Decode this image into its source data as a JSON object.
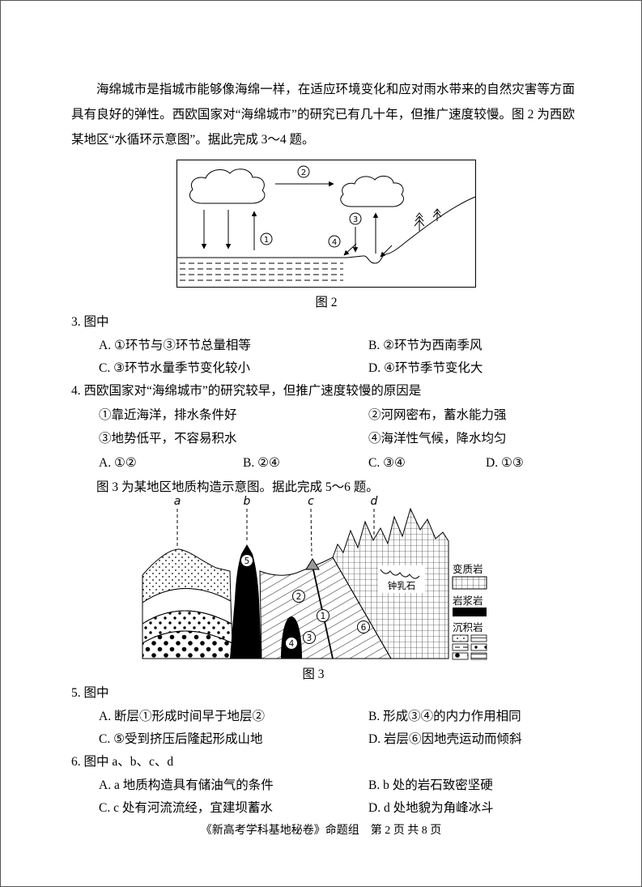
{
  "intro": {
    "text": "海绵城市是指城市能够像海绵一样，在适应环境变化和应对雨水带来的自然灾害等方面具有良好的弹性。西欧国家对“海绵城市”的研究已有几十年，但推广速度较慢。图 2 为西欧某地区“水循环示意图”。据此完成 3～4 题。"
  },
  "figure2": {
    "caption": "图 2",
    "badges": {
      "b1": "1",
      "b2": "2",
      "b3": "3",
      "b4": "4"
    }
  },
  "questions": {
    "q3": {
      "stem": "3. 图中",
      "options": [
        "A. ①环节与③环节总量相等",
        "B. ②环节为西南季风",
        "C. ③环节水量季节变化较小",
        "D. ④环节季节变化大"
      ]
    },
    "q4": {
      "stem": "4. 西欧国家对“海绵城市”的研究较早，但推广速度较慢的原因是",
      "statements": [
        "①靠近海洋，排水条件好",
        "②河网密布，蓄水能力强",
        "③地势低平，不容易积水",
        "④海洋性气候，降水均匀"
      ],
      "choices": [
        "A. ①②",
        "B. ②④",
        "C. ③④",
        "D. ①③"
      ]
    },
    "q5": {
      "stem": "5. 图中",
      "options": [
        "A. 断层①形成时间早于地层②",
        "B. 形成③④的内力作用相同",
        "C. ⑤受到挤压后隆起形成山地",
        "D. 岩层⑥因地壳运动而倾斜"
      ]
    },
    "q6": {
      "stem": "6. 图中 a、b、c、d",
      "options": [
        "A. a 地质构造具有储油气的条件",
        "B. b 处的岩石致密坚硬",
        "C. c 处有河流流经，宜建坝蓄水",
        "D. d 处地貌为角峰冰斗"
      ]
    }
  },
  "figure3_intro": {
    "text": "图 3 为某地区地质构造示意图。据此完成 5～6 题。"
  },
  "figure3": {
    "caption": "图 3",
    "markers": [
      "a",
      "b",
      "c",
      "d"
    ],
    "badges": [
      "5",
      "2",
      "1",
      "3",
      "4",
      "6"
    ],
    "annotation": "钟乳石",
    "legend": [
      "变质岩",
      "岩浆岩",
      "沉积岩"
    ]
  },
  "footer": {
    "text": "《新高考学科基地秘卷》命题组　第 2 页 共 8 页"
  }
}
